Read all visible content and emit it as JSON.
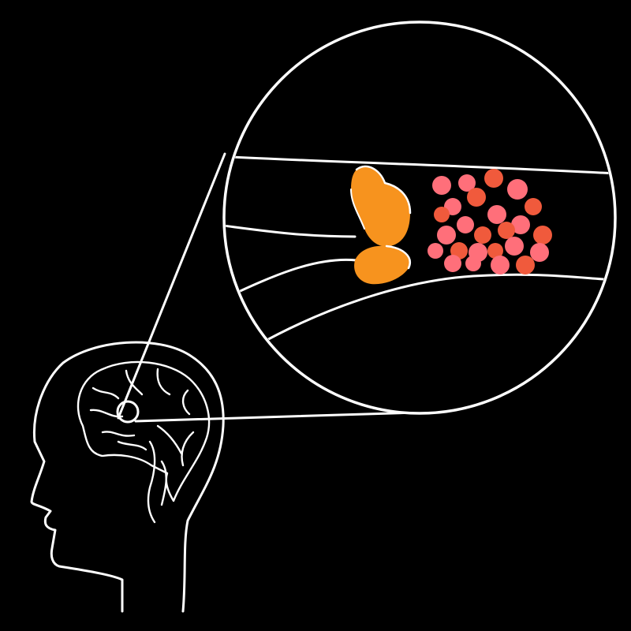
{
  "colors": {
    "background": "#000000",
    "line": "#ffffff",
    "clot": "#f7931e",
    "cell_light": "#ff6f7a",
    "cell_dark": "#f05a3c"
  },
  "elements": {
    "head": "head-outline",
    "brain": "brain-outline",
    "magnifier": "zoom-circle",
    "vessel": "blood-vessel",
    "clot": "blood-clot",
    "cells": "blood-cells"
  }
}
